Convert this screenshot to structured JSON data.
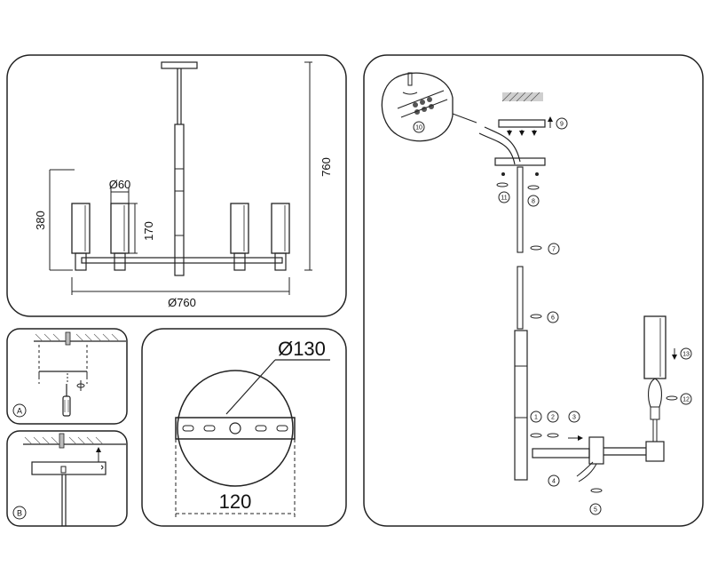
{
  "panel_main": {
    "dim_height_total": "760",
    "dim_height_arms": "380",
    "dim_shade_diameter": "Ø60",
    "dim_shade_height": "170",
    "dim_span": "Ø760"
  },
  "panel_a": {
    "label": "A"
  },
  "panel_b": {
    "label": "B"
  },
  "panel_plate": {
    "dim_diameter": "Ø130",
    "dim_width": "120"
  },
  "panel_assembly": {
    "steps": [
      "1",
      "2",
      "3",
      "4",
      "5",
      "6",
      "7",
      "8",
      "9",
      "10",
      "11",
      "12",
      "13"
    ]
  }
}
